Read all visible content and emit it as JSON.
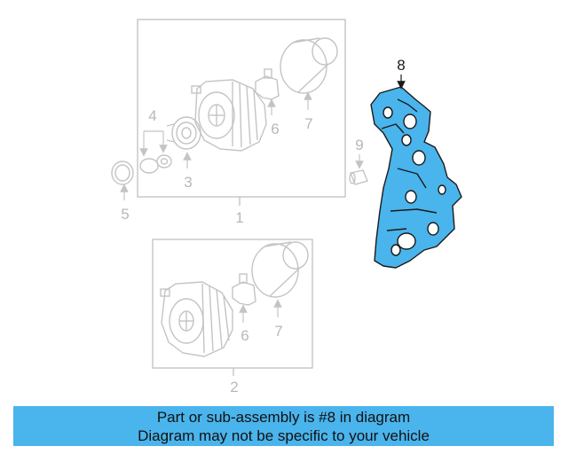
{
  "callouts": {
    "c1": "1",
    "c2": "2",
    "c3": "3",
    "c4": "4",
    "c5": "5",
    "c6a": "6",
    "c6b": "6",
    "c7a": "7",
    "c7b": "7",
    "c8": "8",
    "c9": "9"
  },
  "highlighted_part": "8",
  "colors": {
    "highlight": "#4ab4ec",
    "faded_line": "#c4c4c4",
    "banner": "#4ab4ec"
  },
  "banner": {
    "line1": "Part or sub-assembly is #8 in diagram",
    "line2": "Diagram may not be specific to your vehicle"
  }
}
